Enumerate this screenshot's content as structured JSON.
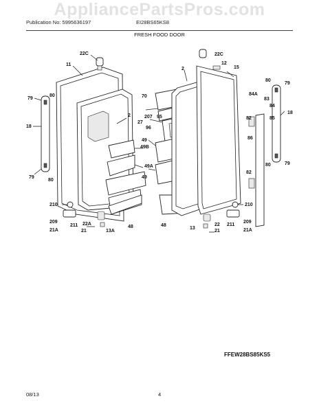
{
  "watermark": "AppliancePartsPros.com",
  "header": {
    "publication": "Publication No: 5995636197",
    "model_top": "EI28BS65KS8",
    "section_title": "FRESH FOOD DOOR"
  },
  "callouts": {
    "c22C_left": "22C",
    "c11": "11",
    "c80_left": "80",
    "c79_left_top": "79",
    "c18_left": "18",
    "c79_left_bot": "79",
    "c80_left_bot": "80",
    "c2_mid": "2",
    "c27": "27",
    "c49B": "49B",
    "c49A": "49A",
    "c210_left": "210",
    "c209_left": "209",
    "c21A_left": "21A",
    "c211_left": "211",
    "c22A": "22A",
    "c21_left": "21",
    "c13A": "13A",
    "c48_left": "48",
    "c22C_right": "22C",
    "c12": "12",
    "c2_right": "2",
    "c15": "15",
    "c70": "70",
    "c207": "207",
    "c95": "95",
    "c96": "96",
    "c49_top": "49",
    "c49_bot": "49",
    "c80_right_top": "80",
    "c79_right_top": "79",
    "c84A": "84A",
    "c83": "83",
    "c84": "84",
    "c18_right": "18",
    "c82_top": "82",
    "c85": "85",
    "c86": "86",
    "c82_bot": "82",
    "c80_right_bot": "80",
    "c79_right_bot": "79",
    "c210_right": "210",
    "c209_right": "209",
    "c21A_right": "21A",
    "c211_right": "211",
    "c22": "22",
    "c21_right": "21",
    "c13": "13",
    "c48_right": "48"
  },
  "footer": {
    "model_code": "FFEW28BS85KS5",
    "date": "08/13",
    "page": "4"
  }
}
